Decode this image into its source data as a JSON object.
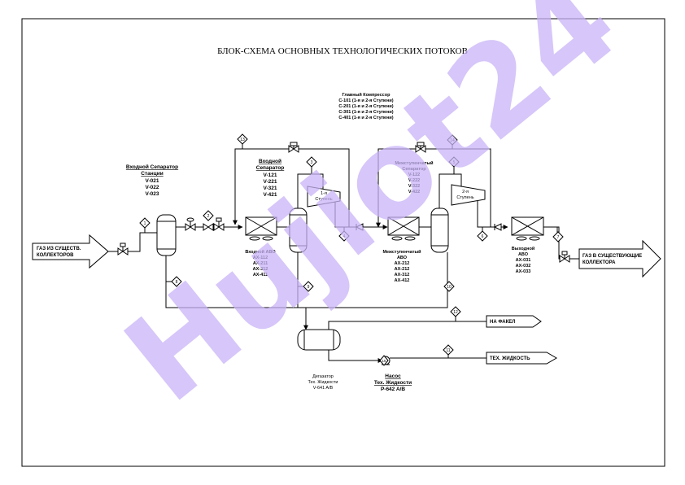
{
  "title": "БЛОК-СХЕМА ОСНОВНЫХ ТЕХНОЛОГИЧЕСКИХ ПОТОКОВ",
  "watermark": {
    "text": "Hujiot24",
    "color": "#c9b4f7"
  },
  "colors": {
    "line": "#000000",
    "background": "#ffffff"
  },
  "streams": [
    {
      "id": "s1",
      "label": "1"
    },
    {
      "id": "s2",
      "label": "2"
    },
    {
      "id": "s3",
      "label": "3"
    },
    {
      "id": "s4",
      "label": "4"
    },
    {
      "id": "s5",
      "label": "5"
    },
    {
      "id": "s6",
      "label": "6"
    },
    {
      "id": "s7",
      "label": "7"
    },
    {
      "id": "s8",
      "label": "8"
    },
    {
      "id": "s9",
      "label": "9"
    },
    {
      "id": "s10",
      "label": "10"
    },
    {
      "id": "s11",
      "label": "11"
    },
    {
      "id": "s12",
      "label": "12"
    },
    {
      "id": "s13",
      "label": "13"
    },
    {
      "id": "s14",
      "label": "14"
    },
    {
      "id": "s15",
      "label": "15"
    }
  ],
  "inlet": {
    "line1": "ГАЗ ИЗ СУЩЕСТВ.",
    "line2": "КОЛЛЕКТОРОВ"
  },
  "outlet": {
    "line1": "ГАЗ В СУЩЕСТВУЮЩИЕ",
    "line2": "КОЛЛЕКТОРА"
  },
  "flare": {
    "label": "НА ФАКЕЛ"
  },
  "tech_liquid": {
    "label": "ТЕХ. ЖИДКОСТЬ"
  },
  "station_separator": {
    "lines": [
      "Входной Сепаратор",
      "Станции",
      "V-021",
      "V-022",
      "V-023"
    ]
  },
  "inlet_separator": {
    "lines": [
      "Входной",
      "Сепаратор",
      "V-121",
      "V-221",
      "V-321",
      "V-421"
    ]
  },
  "main_compressor": {
    "lines": [
      "Главный Компрессор",
      "C-101 (1-я и 2-я Ступени)",
      "C-201 (1-я и 2-я Ступени)",
      "C-301 (1-я и 2-я Ступени)",
      "C-401 (1-я и 2-я Ступени)"
    ]
  },
  "stage1": {
    "line1": "1-я",
    "line2": "Ступень"
  },
  "stage2": {
    "line1": "2-я",
    "line2": "Ступень"
  },
  "interstage_separator": {
    "lines": [
      "Межступенчатый",
      "Сепаратор",
      "V-122",
      "V-222",
      "V-322",
      "V-422"
    ]
  },
  "inlet_avo": {
    "lines": [
      "Входной АВО",
      "AX-112",
      "AX-211",
      "AX-312",
      "AX-411"
    ]
  },
  "interstage_avo": {
    "lines": [
      "Межступенчатый",
      "АВО",
      "AX-212",
      "AX-212",
      "AX-312",
      "AX-412"
    ]
  },
  "outlet_avo": {
    "lines": [
      "Выходной",
      "АВО",
      "AX-031",
      "AX-032",
      "AX-033"
    ]
  },
  "degasser": {
    "lines": [
      "Дегазатор",
      "Тех. Жидкости",
      "V-641 A/B"
    ]
  },
  "pump": {
    "lines": [
      "Насос",
      "Тех. Жидкости",
      "P-642 A/B"
    ]
  }
}
